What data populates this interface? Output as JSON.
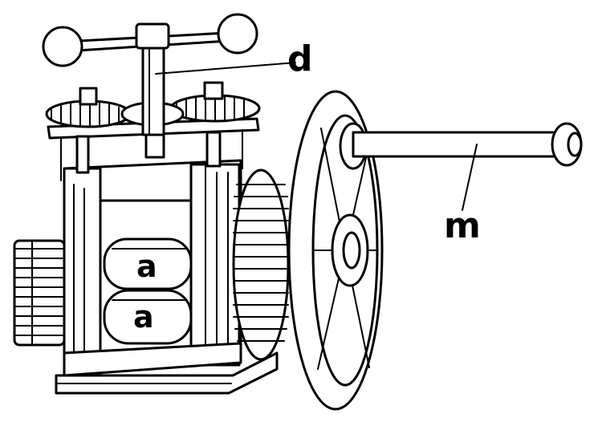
{
  "figure": {
    "labels": {
      "d": "d",
      "m": "m",
      "roller_top": "a",
      "roller_bottom": "a"
    },
    "colors": {
      "ink": "#000000",
      "paper": "#ffffff"
    }
  }
}
